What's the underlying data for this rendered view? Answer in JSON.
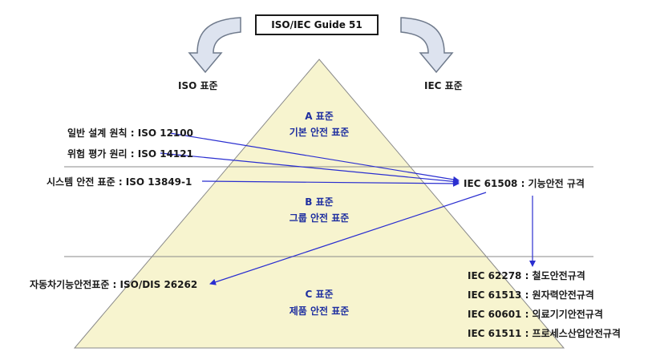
{
  "title": "ISO/IEC Guide 51",
  "top_labels": {
    "iso": "ISO 표준",
    "iec": "IEC 표준"
  },
  "pyramid": {
    "tier_a": {
      "title": "A 표준",
      "subtitle": "기본 안전 표준"
    },
    "tier_b": {
      "title": "B 표준",
      "subtitle": "그룹 안전 표준"
    },
    "tier_c": {
      "title": "C 표준",
      "subtitle": "제품 안전 표준"
    }
  },
  "iso_standards": [
    "일반 설계 원칙 : ISO 12100",
    "위험 평가 원리 : ISO 14121",
    "시스템 안전 표준 : ISO 13849-1",
    "자동차기능안전표준 : ISO/DIS 26262"
  ],
  "iec_main": "IEC 61508 : 기능안전 규격",
  "iec_sector_standards": [
    "IEC 62278 : 철도안전규격",
    "IEC 61513 : 원자력안전규격",
    "IEC 60601 : 의료기기안전규격",
    "IEC 61511 : 프로세스산업안전규격"
  ],
  "colors": {
    "pyramid_fill": "#f7f4cf",
    "pyramid_stroke": "#8a8a8a",
    "arrow": "#2a2ed0",
    "curved_arrow_fill": "#dde3ef",
    "curved_arrow_stroke": "#6f7a8c",
    "tier_text": "#1f2fa0"
  },
  "icons": {
    "left_flow": "curved-down-left-arrow-icon",
    "right_flow": "curved-down-right-arrow-icon"
  }
}
